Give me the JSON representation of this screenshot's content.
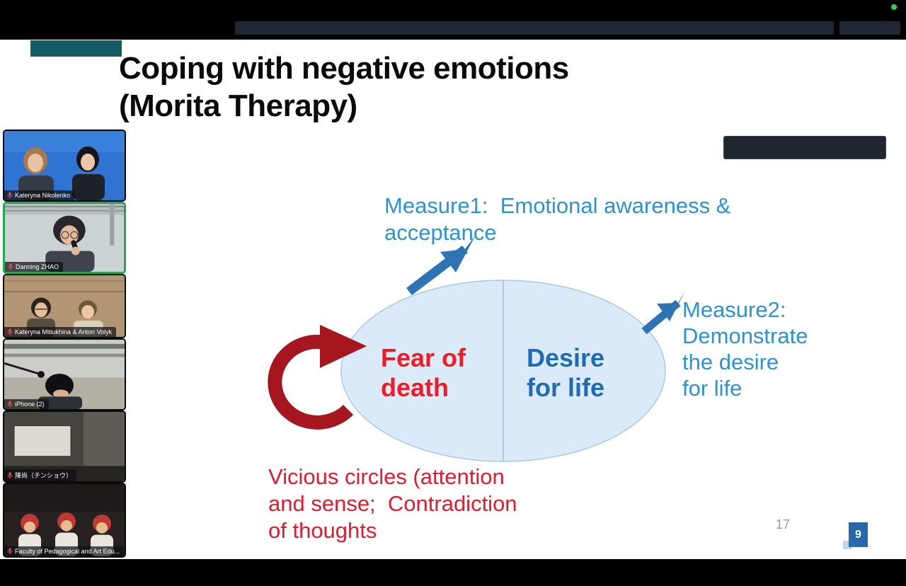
{
  "participants": [
    {
      "name": "Kateryna Nikolenko",
      "active": false,
      "muted": true
    },
    {
      "name": "Danning ZHAO",
      "active": true,
      "muted": false
    },
    {
      "name": "Kateryna Mitiukhina & Anton Volyk",
      "active": false,
      "muted": true
    },
    {
      "name": "iPhone (2)",
      "active": false,
      "muted": true
    },
    {
      "name": "陳尚（チンショウ）",
      "active": false,
      "muted": true
    },
    {
      "name": "Faculty of Pedagogical and Art Edu...",
      "active": false,
      "muted": true
    }
  ],
  "slide": {
    "title": {
      "line1": "Coping with negative emotions",
      "line2": "(Morita Therapy)"
    },
    "measure1": {
      "line1": "Measure1:  Emotional awareness &",
      "line2": "acceptance"
    },
    "measure2": {
      "line1": "Measure2:",
      "line2": "Demonstrate",
      "line3": "the desire",
      "line4": "for life"
    },
    "ellipse": {
      "left": {
        "line1": "Fear of",
        "line2": "death"
      },
      "right": {
        "line1": "Desire",
        "line2": "for life"
      }
    },
    "vicious": {
      "line1": "Vicious circles (attention",
      "line2": "and sense;  Contradiction",
      "line3": "of thoughts"
    },
    "page_number": "17",
    "corner_badge": "9"
  },
  "icons": {
    "mic": "mic-icon",
    "status_dot": "green-status-dot"
  },
  "colors": {
    "measure_blue": "#2a93d6",
    "desire_blue": "#1f6cb4",
    "arrow_blue": "#2e74b5",
    "red_text": "#e8192c",
    "fear_red": "#ee1c25",
    "vicious_arrow_red": "#a5161f",
    "ellipse_fill": "#daeaf8",
    "ellipse_stroke": "#a9c9e4",
    "active_speaker_border": "#26a650",
    "badge_blue": "#2668a8",
    "badge_light_blue": "#bcd6ec",
    "teal_accent": "#135b66",
    "status_green": "#2fcf5f"
  }
}
